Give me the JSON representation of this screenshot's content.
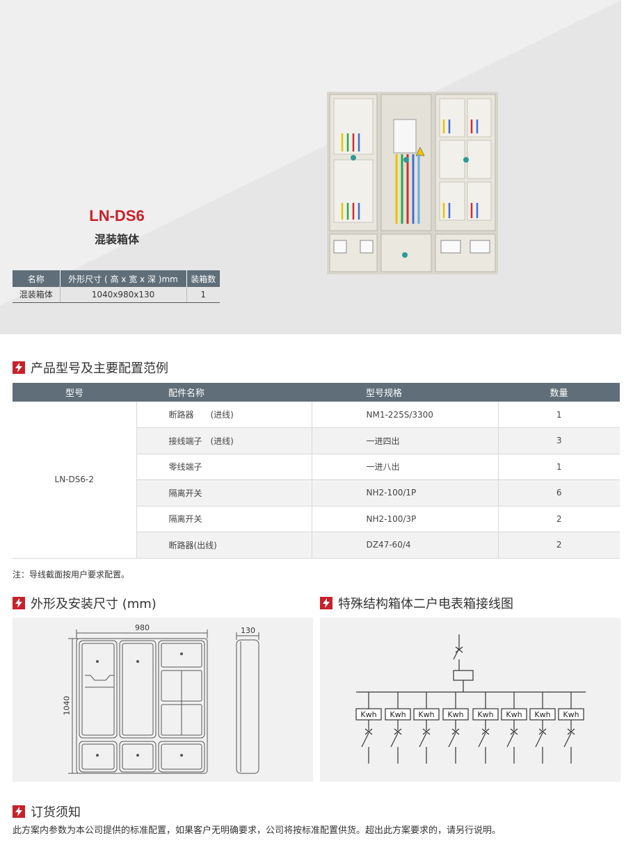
{
  "hero": {
    "model": "LN-DS6",
    "subtitle": "混装箱体",
    "spec_table": {
      "headers": [
        "名称",
        "外形尺寸 ( 高 x 宽 x 深 )mm",
        "装箱数"
      ],
      "row": [
        "混装箱体",
        "1040x980x130",
        "1"
      ]
    }
  },
  "section_config": {
    "title": "产品型号及主要配置范例",
    "headers": [
      "型号",
      "配件名称",
      "型号规格",
      "数量"
    ],
    "model": "LN-DS6-2",
    "rows": [
      {
        "part": "断路器　　(进线)",
        "spec": "NM1-225S/3300",
        "qty": "1"
      },
      {
        "part": "接线端子　(进线)",
        "spec": "一进四出",
        "qty": "3"
      },
      {
        "part": "零线端子",
        "spec": "一进八出",
        "qty": "1"
      },
      {
        "part": "隔离开关",
        "spec": "NH2-100/1P",
        "qty": "6"
      },
      {
        "part": "隔离开关",
        "spec": "NH2-100/3P",
        "qty": "2"
      },
      {
        "part": "断路器(出线)",
        "spec": "DZ47-60/4",
        "qty": "2"
      }
    ],
    "note": "注：导线截面按用户要求配置。"
  },
  "section_dims": {
    "title": "外形及安装尺寸 (mm)",
    "width_label": "980",
    "height_label": "1040",
    "depth_label": "130"
  },
  "section_wiring": {
    "title": "特殊结构箱体二户电表箱接线图",
    "meter_labels": [
      "Kwh",
      "Kwh",
      "Kwh",
      "Kwh",
      "Kwh",
      "Kwh",
      "Kwh",
      "Kwh"
    ]
  },
  "section_order": {
    "title": "订货须知",
    "text": "此方案内参数为本公司提供的标准配置，如果客户无明确要求，公司将按标准配置供货。超出此方案要求的，请另行说明。"
  },
  "colors": {
    "accent_red": "#c9202a",
    "header_gray": "#5f6e78"
  }
}
